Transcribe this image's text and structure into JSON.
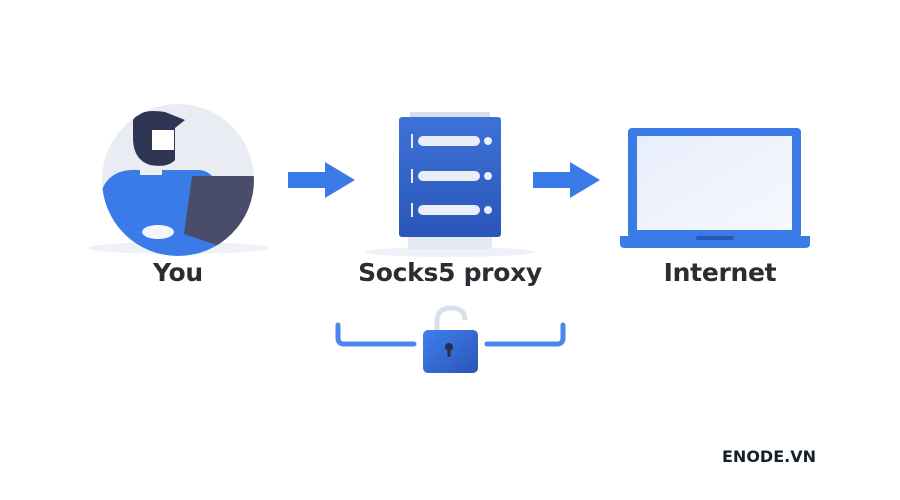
{
  "nodes": [
    {
      "label": "You",
      "icon": "user-at-laptop-icon"
    },
    {
      "label": "Socks5 proxy",
      "icon": "server-icon"
    },
    {
      "label": "Internet",
      "icon": "laptop-icon"
    }
  ],
  "connection": {
    "icon": "unlocked-padlock-icon"
  },
  "brand": "ENODE.VN",
  "colors": {
    "accent": "#3b7be8",
    "server": "#2f5fc4",
    "text": "#2b2d33",
    "dark": "#2e3654"
  }
}
